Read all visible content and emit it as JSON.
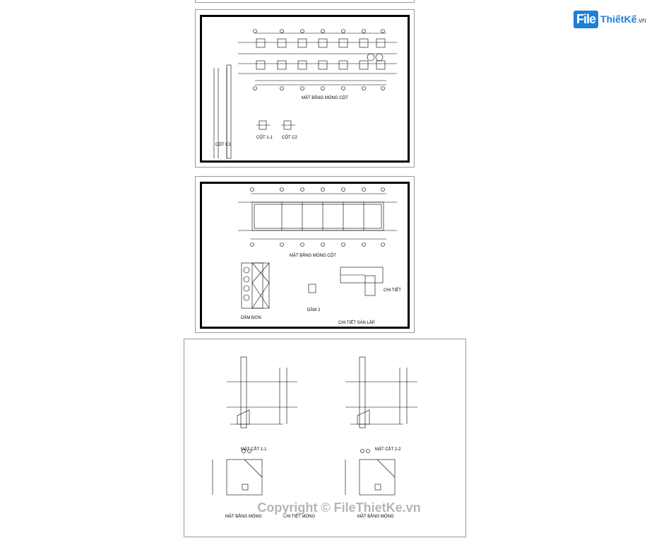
{
  "logo": {
    "brand": "File",
    "name": "ThiếtKế",
    "domain": ".vn"
  },
  "watermark": "Copyright © FileThietKe.vn",
  "sheets": [
    {
      "titles": [
        "MẶT BẰNG MÓNG CỘT",
        "CỘT C1",
        "CỘT 1-1",
        "CỘT C2"
      ]
    },
    {
      "titles": [
        "MẶT BẰNG MÓNG CỘT",
        "DẦM ĐƠN",
        "DẦM 2",
        "CHI TIẾT SÀN LẮP",
        "CHI TIẾT"
      ]
    },
    {
      "titles": [
        "MẶT CẮT 1-1",
        "MẶT CẮT 2-2",
        "MẶT BẰNG MÓNG",
        "MẶT BẰNG MÓNG",
        "CHI TIẾT MÓNG"
      ]
    }
  ],
  "colors": {
    "line": "#000000",
    "sheet_border": "#9a9a9a",
    "brand": "#1d7fd6"
  }
}
